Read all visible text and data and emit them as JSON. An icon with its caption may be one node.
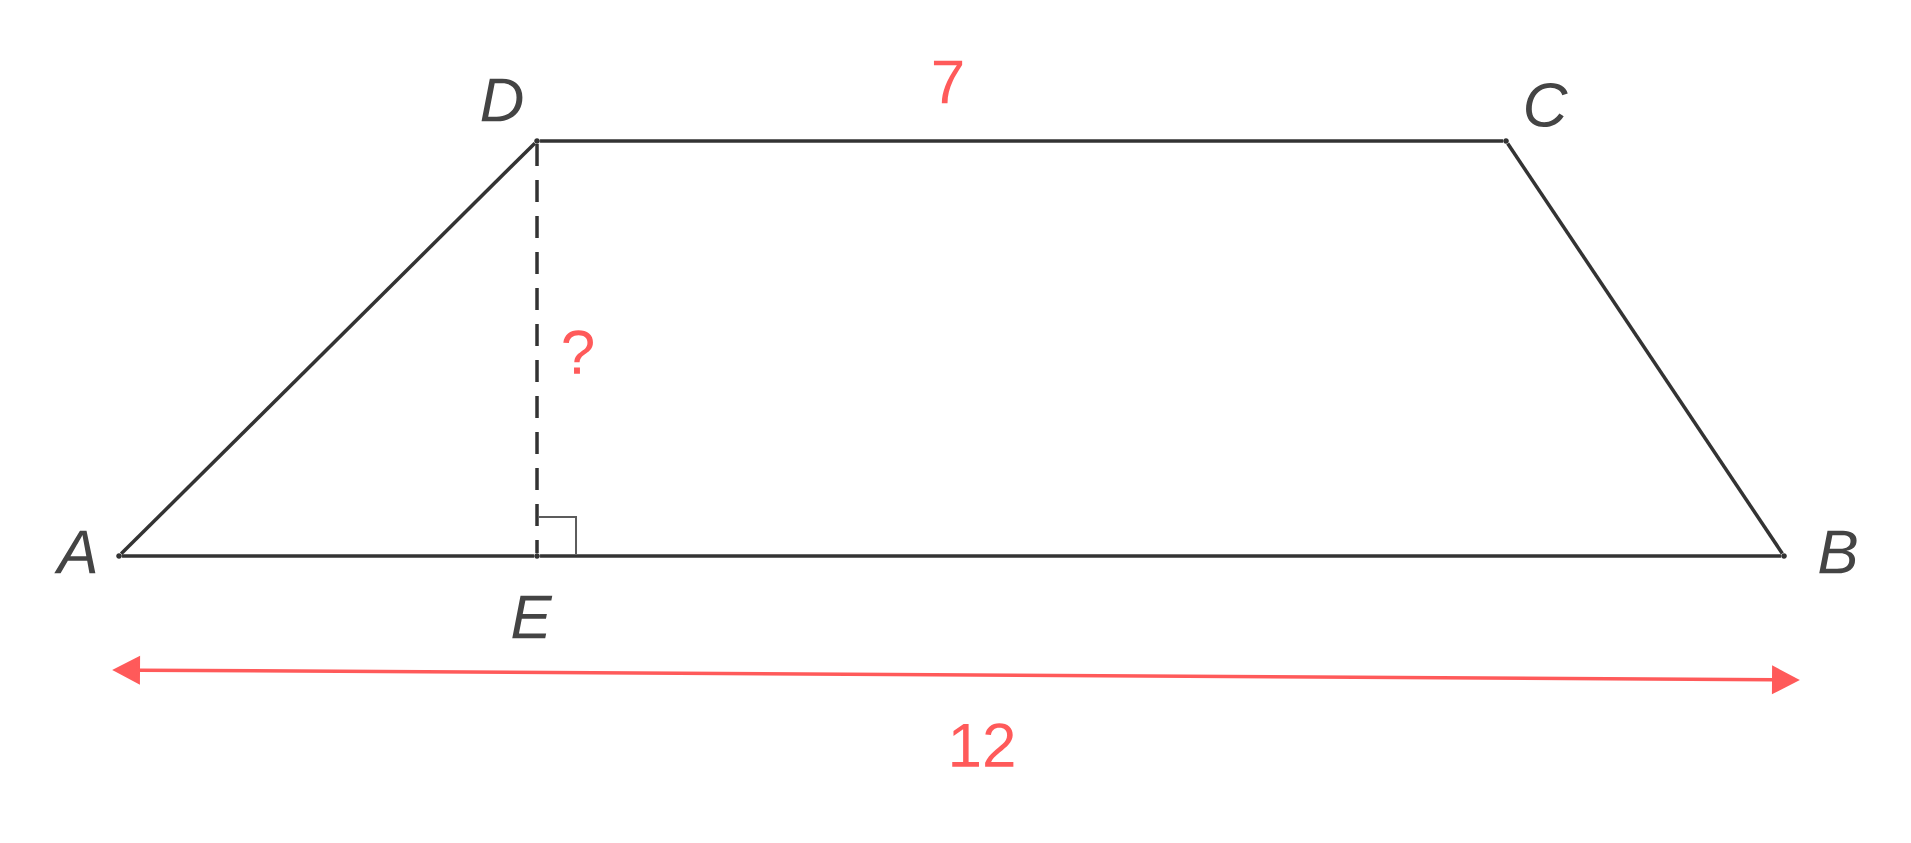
{
  "diagram": {
    "nodes": [
      {
        "text": [],
        "shape": "point",
        "beside": [
          "A"
        ]
      },
      {
        "text": [],
        "shape": "point",
        "beside": [
          "D"
        ]
      },
      {
        "text": [],
        "shape": "point",
        "beside": [
          "C"
        ]
      },
      {
        "text": [],
        "shape": "point",
        "beside": [
          "B"
        ]
      },
      {
        "text": [],
        "shape": "point",
        "beside": [
          "E"
        ]
      }
    ],
    "edges": [
      {
        "from": 0,
        "to": 1,
        "arrow": "none"
      },
      {
        "from": 1,
        "to": 2,
        "arrow": "none",
        "label": "7"
      },
      {
        "from": 2,
        "to": 3,
        "arrow": "none"
      },
      {
        "from": 0,
        "to": 4,
        "arrow": "none"
      },
      {
        "from": 4,
        "to": 3,
        "arrow": "none"
      },
      {
        "from": 1,
        "to": 4,
        "arrow": "none",
        "label": "?",
        "style": "dashed"
      }
    ],
    "labels": [
      "12"
    ]
  }
}
